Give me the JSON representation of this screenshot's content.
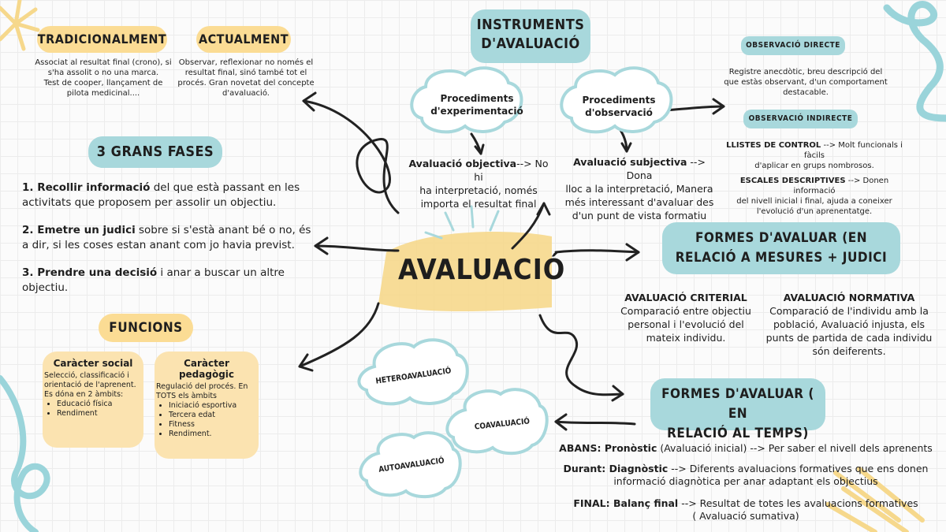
{
  "center": {
    "title": "AVALUACIÓ"
  },
  "tradicionalment": {
    "title": "TRADICIONALMENT",
    "lines": [
      "Associat al resultat final (crono), si",
      "s'ha assolit o no una marca.",
      "Test de cooper, llançament de",
      "pilota medicinal...."
    ]
  },
  "actualment": {
    "title": "ACTUALMENT",
    "lines": [
      "Observar, reflexionar no només el",
      "resultat final, sinó també tot el",
      "procés. Gran novetat del concepte",
      "d'avaluació."
    ]
  },
  "fases": {
    "title": "3 GRANS FASES",
    "items": [
      {
        "bold": "1. Recollir informació",
        "rest1": " del que està passant en les",
        "line2": "activitats que proposem per assolir un objectiu."
      },
      {
        "bold": "2. Emetre un judici",
        "rest1": " sobre si s'està anant bé o no, és",
        "line2": "a dir, si les coses estan anant com jo havia previst."
      },
      {
        "bold": "3. Prendre una decisió",
        "rest1": " i anar a buscar un altre",
        "line2": "objectiu."
      }
    ]
  },
  "funcions": {
    "title": "FUNCIONS",
    "social": {
      "title": "Caràcter social",
      "lines": [
        "Selecció, classificació i",
        "orientació de l'aprenent.",
        "Es dóna en 2 àmbits:"
      ],
      "items": [
        "Educació física",
        "Rendiment"
      ]
    },
    "pedagogic": {
      "title": "Caràcter pedagògic",
      "lines": [
        "Regulació del procés. En",
        "TOTS els àmbits"
      ],
      "items": [
        "Iniciació esportiva",
        "Tercera edat",
        "Fitness",
        "Rendiment."
      ]
    }
  },
  "instruments": {
    "title_line1": "INSTRUMENTS",
    "title_line2": "D'AVALUACIÓ",
    "experimentacio": {
      "line1": "Procediments",
      "line2": "d'experimentació"
    },
    "observacio": {
      "line1": "Procediments",
      "line2": "d'observació"
    },
    "objectiva": {
      "bold": "Avaluació objectiva",
      "rest": "--> No hi",
      "line2": "ha interpretació, només",
      "line3": "importa el resultat final"
    },
    "subjectiva": {
      "bold": "Avaluació subjectiva",
      "rest": " --> Dona",
      "line2": "lloc a la interpretació, Manera",
      "line3": "més interessant d'avaluar des",
      "line4": "d'un punt de vista formatiu"
    }
  },
  "observacio_directe": {
    "title": "OBSERVACIÓ DIRECTE",
    "lines": [
      "Registre anecdòtic, breu descripció del",
      "que estàs observant, d'un comportament",
      "destacable."
    ]
  },
  "observacio_indirecte": {
    "title": "OBSERVACIÓ INDIRECTE",
    "llistes_bold": "LLISTES DE CONTROL",
    "llistes_rest": " --> Molt funcionals i fàcils",
    "llistes_line2": "d'aplicar en grups nombrosos.",
    "escales_bold": "ESCALES DESCRIPTIVES",
    "escales_rest": " -->  Donen informació",
    "escales_line2": "del nivell inicial i final, ajuda a coneixer",
    "escales_line3": "l'evolució d'un aprenentatge."
  },
  "formes_mesures": {
    "title_line1": "FORMES D'AVALUAR (EN",
    "title_line2": "RELACIÓ A MESURES + JUDICI",
    "criterial": {
      "title": "AVALUACIÓ CRITERIAL",
      "lines": [
        "Comparació entre objectiu",
        "personal i l'evolució del",
        "mateix individu."
      ]
    },
    "normativa": {
      "title": "AVALUACIÓ NORMATIVA",
      "lines": [
        "Comparació de l'individu amb la",
        "població, Avaluació injusta, els",
        "punts de partida de cada individu",
        "són deiferents."
      ]
    }
  },
  "formes_temps": {
    "title_line1": "FORMES D'AVALUAR ( EN",
    "title_line2": "RELACIÓ AL TEMPS)",
    "abans": {
      "bold": "ABANS: Pronòstic",
      "rest": " (Avaluació inicial)  --> Per saber el nivell dels aprenents"
    },
    "durant": {
      "bold": "Durant: Diagnòstic",
      "rest": " --> Diferents avaluacions formatives que ens donen",
      "line2": "informació diagnòtica per anar adaptant els objectius"
    },
    "final": {
      "bold": "FINAL: Balanç final",
      "rest": " --> Resultat de totes les avaluacions formatives",
      "line2": "( Avaluació sumativa)"
    }
  },
  "clouds": {
    "hetero": "HETEROAVALUACIÓ",
    "coa": "COAVALUACIÓ",
    "auto": "AUTOAVALUACIÓ"
  },
  "colors": {
    "yellow": "#fbdc94",
    "teal": "#a8d8dc",
    "cream": "#fbe3b0",
    "ink": "#1e1e1e"
  }
}
